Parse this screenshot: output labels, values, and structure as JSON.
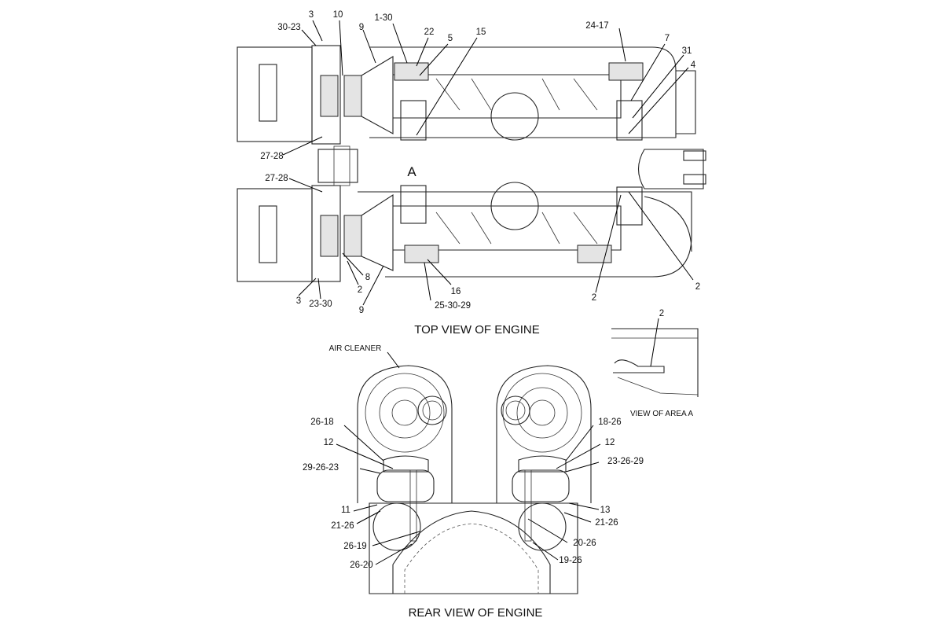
{
  "captions": {
    "top_view": "TOP VIEW OF ENGINE",
    "rear_view": "REAR VIEW OF ENGINE",
    "area_view": "VIEW OF AREA  A",
    "air_cleaner": "AIR CLEANER",
    "area_marker": "A"
  },
  "top_callouts": {
    "c1": "3",
    "c2": "30-23",
    "c3": "10",
    "c4": "9",
    "c5": "1-30",
    "c6": "22",
    "c7": "5",
    "c8": "15",
    "c9": "24-17",
    "c10": "7",
    "c11": "31",
    "c12": "4",
    "c13": "27-28",
    "c14": "27-28",
    "c15": "8",
    "c16": "2",
    "c17": "3",
    "c18": "23-30",
    "c19": "9",
    "c20": "16",
    "c21": "25-30-29",
    "c22": "2",
    "c23": "2"
  },
  "area_callouts": {
    "c1": "2"
  },
  "rear_callouts": {
    "c1": "26-18",
    "c2": "12",
    "c3": "29-26-23",
    "c4": "11",
    "c5": "21-26",
    "c6": "26-19",
    "c7": "26-20",
    "c8": "18-26",
    "c9": "12",
    "c10": "23-26-29",
    "c11": "13",
    "c12": "21-26",
    "c13": "20-26",
    "c14": "19-26"
  }
}
